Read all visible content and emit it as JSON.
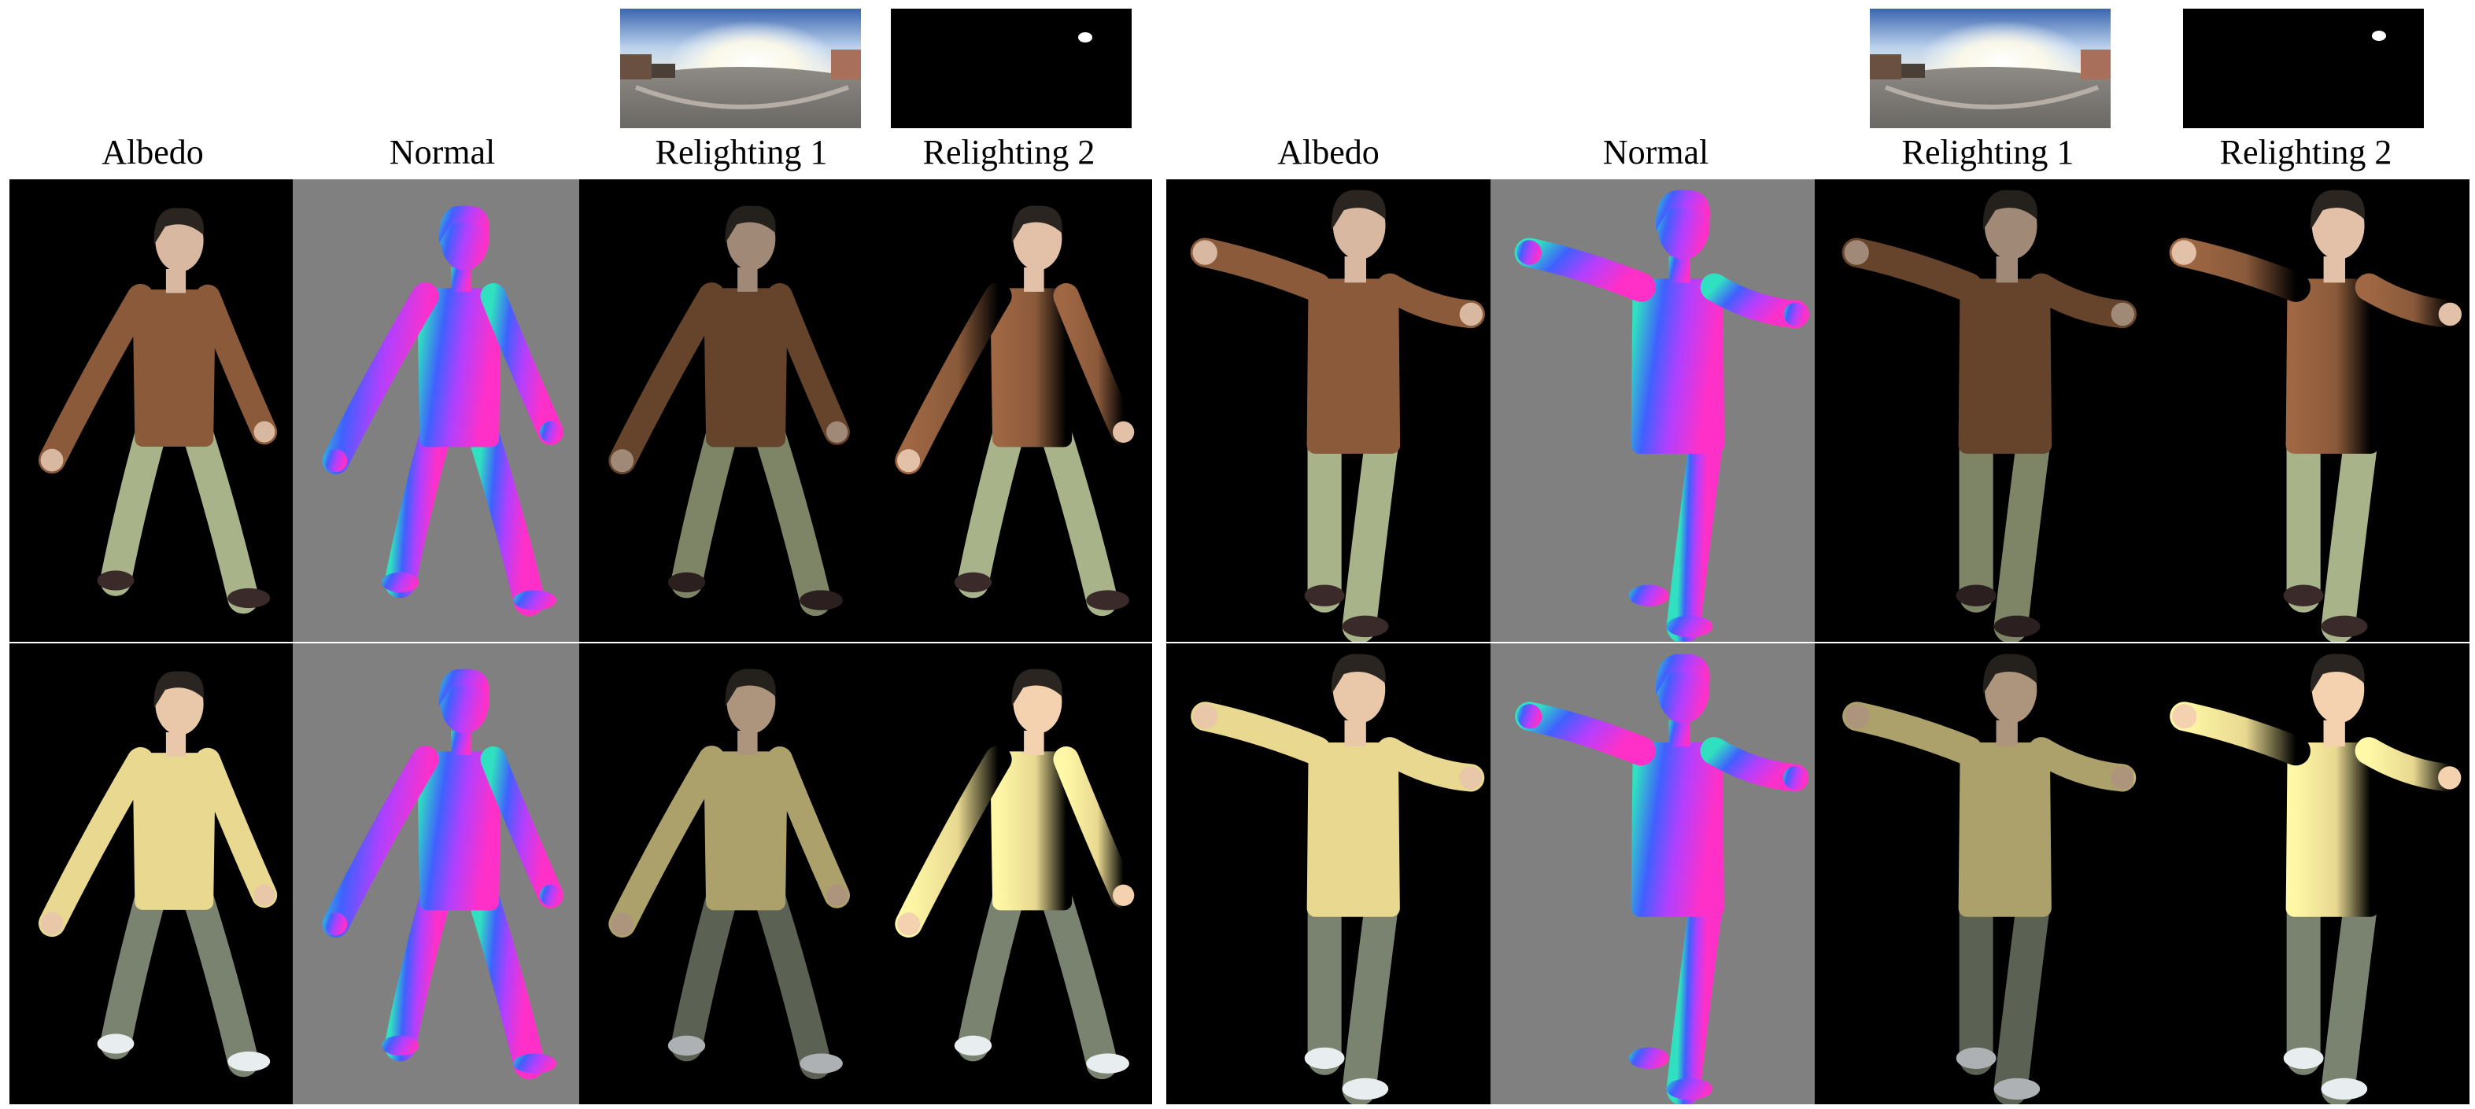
{
  "figure": {
    "left_group": {
      "columns": [
        {
          "label": "Albedo",
          "background": "#000000",
          "mode": "albedo"
        },
        {
          "label": "Normal",
          "background": "#808080",
          "mode": "normal"
        },
        {
          "label": "Relighting 1",
          "background": "#000000",
          "mode": "relight1",
          "light_probe": "environment-map"
        },
        {
          "label": "Relighting 2",
          "background": "#000000",
          "mode": "relight2",
          "light_probe": "point-light"
        }
      ]
    },
    "right_group": {
      "columns": [
        {
          "label": "Albedo",
          "background": "#000000",
          "mode": "albedo"
        },
        {
          "label": "Normal",
          "background": "#808080",
          "mode": "normal"
        },
        {
          "label": "Relighting 1",
          "background": "#000000",
          "mode": "relight1",
          "light_probe": "environment-map"
        },
        {
          "label": "Relighting 2",
          "background": "#000000",
          "mode": "relight2",
          "light_probe": "point-light"
        }
      ]
    },
    "rows": [
      {
        "subject": "brown-sweater-man",
        "shirt": "#8a5a3a",
        "pants": "#a8b38a",
        "shoes": "#3a2a2a",
        "skin": "#d8b8a0",
        "hair": "#2a2520"
      },
      {
        "subject": "yellow-shirt-man",
        "shirt": "#e8d890",
        "pants": "#7a8270",
        "shoes": "#e8eef0",
        "skin": "#e8c8a8",
        "hair": "#2a2520"
      }
    ],
    "colors": {
      "divider": "#ffffff",
      "normal_map": [
        "#4060ff",
        "#ff30c8",
        "#b040ff",
        "#30e0c0"
      ]
    }
  }
}
